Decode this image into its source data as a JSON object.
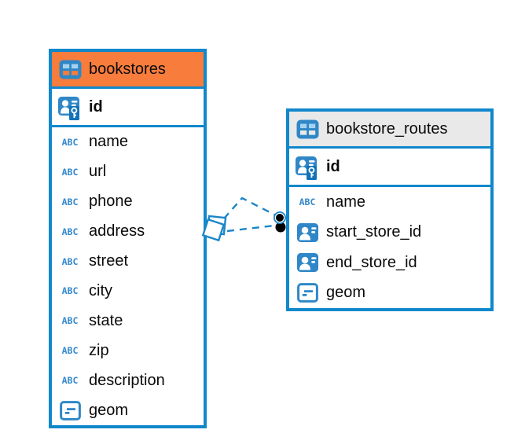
{
  "diagram": {
    "tables": [
      {
        "name": "bookstores",
        "header_color": "#F87C3C",
        "columns": [
          {
            "name": "id",
            "icon": "primary-key",
            "emphasis": true
          },
          {
            "name": "name",
            "icon": "text"
          },
          {
            "name": "url",
            "icon": "text"
          },
          {
            "name": "phone",
            "icon": "text"
          },
          {
            "name": "address",
            "icon": "text"
          },
          {
            "name": "street",
            "icon": "text"
          },
          {
            "name": "city",
            "icon": "text"
          },
          {
            "name": "state",
            "icon": "text"
          },
          {
            "name": "zip",
            "icon": "text"
          },
          {
            "name": "description",
            "icon": "text"
          },
          {
            "name": "geom",
            "icon": "geometry"
          }
        ]
      },
      {
        "name": "bookstore_routes",
        "header_color": "#E9E9E9",
        "columns": [
          {
            "name": "id",
            "icon": "primary-key",
            "emphasis": true
          },
          {
            "name": "name",
            "icon": "text"
          },
          {
            "name": "start_store_id",
            "icon": "reference"
          },
          {
            "name": "end_store_id",
            "icon": "reference"
          },
          {
            "name": "geom",
            "icon": "geometry"
          }
        ]
      }
    ],
    "relationships": [
      {
        "from": "bookstores",
        "to": "bookstore_routes",
        "style": "dashed"
      },
      {
        "from": "bookstores",
        "to": "bookstore_routes",
        "style": "dashed"
      }
    ],
    "colors": {
      "table_border_blue": "#1187CC",
      "icon_blue": "#2F87C7",
      "icon_cell_light_blue": "#A5D2EF",
      "connector_blue": "#1C86C8",
      "selected_header_orange": "#F87C3C",
      "header_gray": "#E9E9E9",
      "text_black": "#0A0A0A",
      "canvas_white": "#FFFFFF"
    }
  }
}
